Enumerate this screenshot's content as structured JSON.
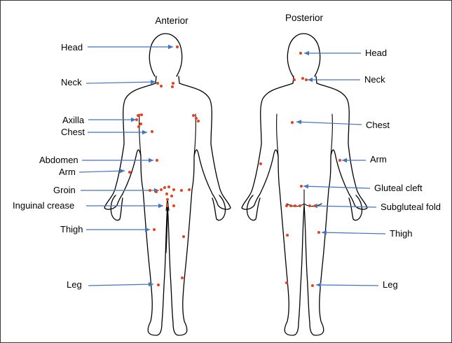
{
  "views": {
    "anterior": "Anterior",
    "posterior": "Posterior"
  },
  "anterior_labels": {
    "head": "Head",
    "neck": "Neck",
    "axilla": "Axilla",
    "chest": "Chest",
    "abdomen": "Abdomen",
    "arm": "Arm",
    "groin": "Groin",
    "inguinal_crease": "Inguinal crease",
    "thigh": "Thigh",
    "leg": "Leg"
  },
  "posterior_labels": {
    "head": "Head",
    "neck": "Neck",
    "chest": "Chest",
    "arm": "Arm",
    "gluteal_cleft": "Gluteal cleft",
    "subgluteal_fold": "Subgluteal fold",
    "thigh": "Thigh",
    "leg": "Leg"
  },
  "colors": {
    "arrow": "#4472c4",
    "marker": "#e8401c",
    "outline": "#000000"
  }
}
